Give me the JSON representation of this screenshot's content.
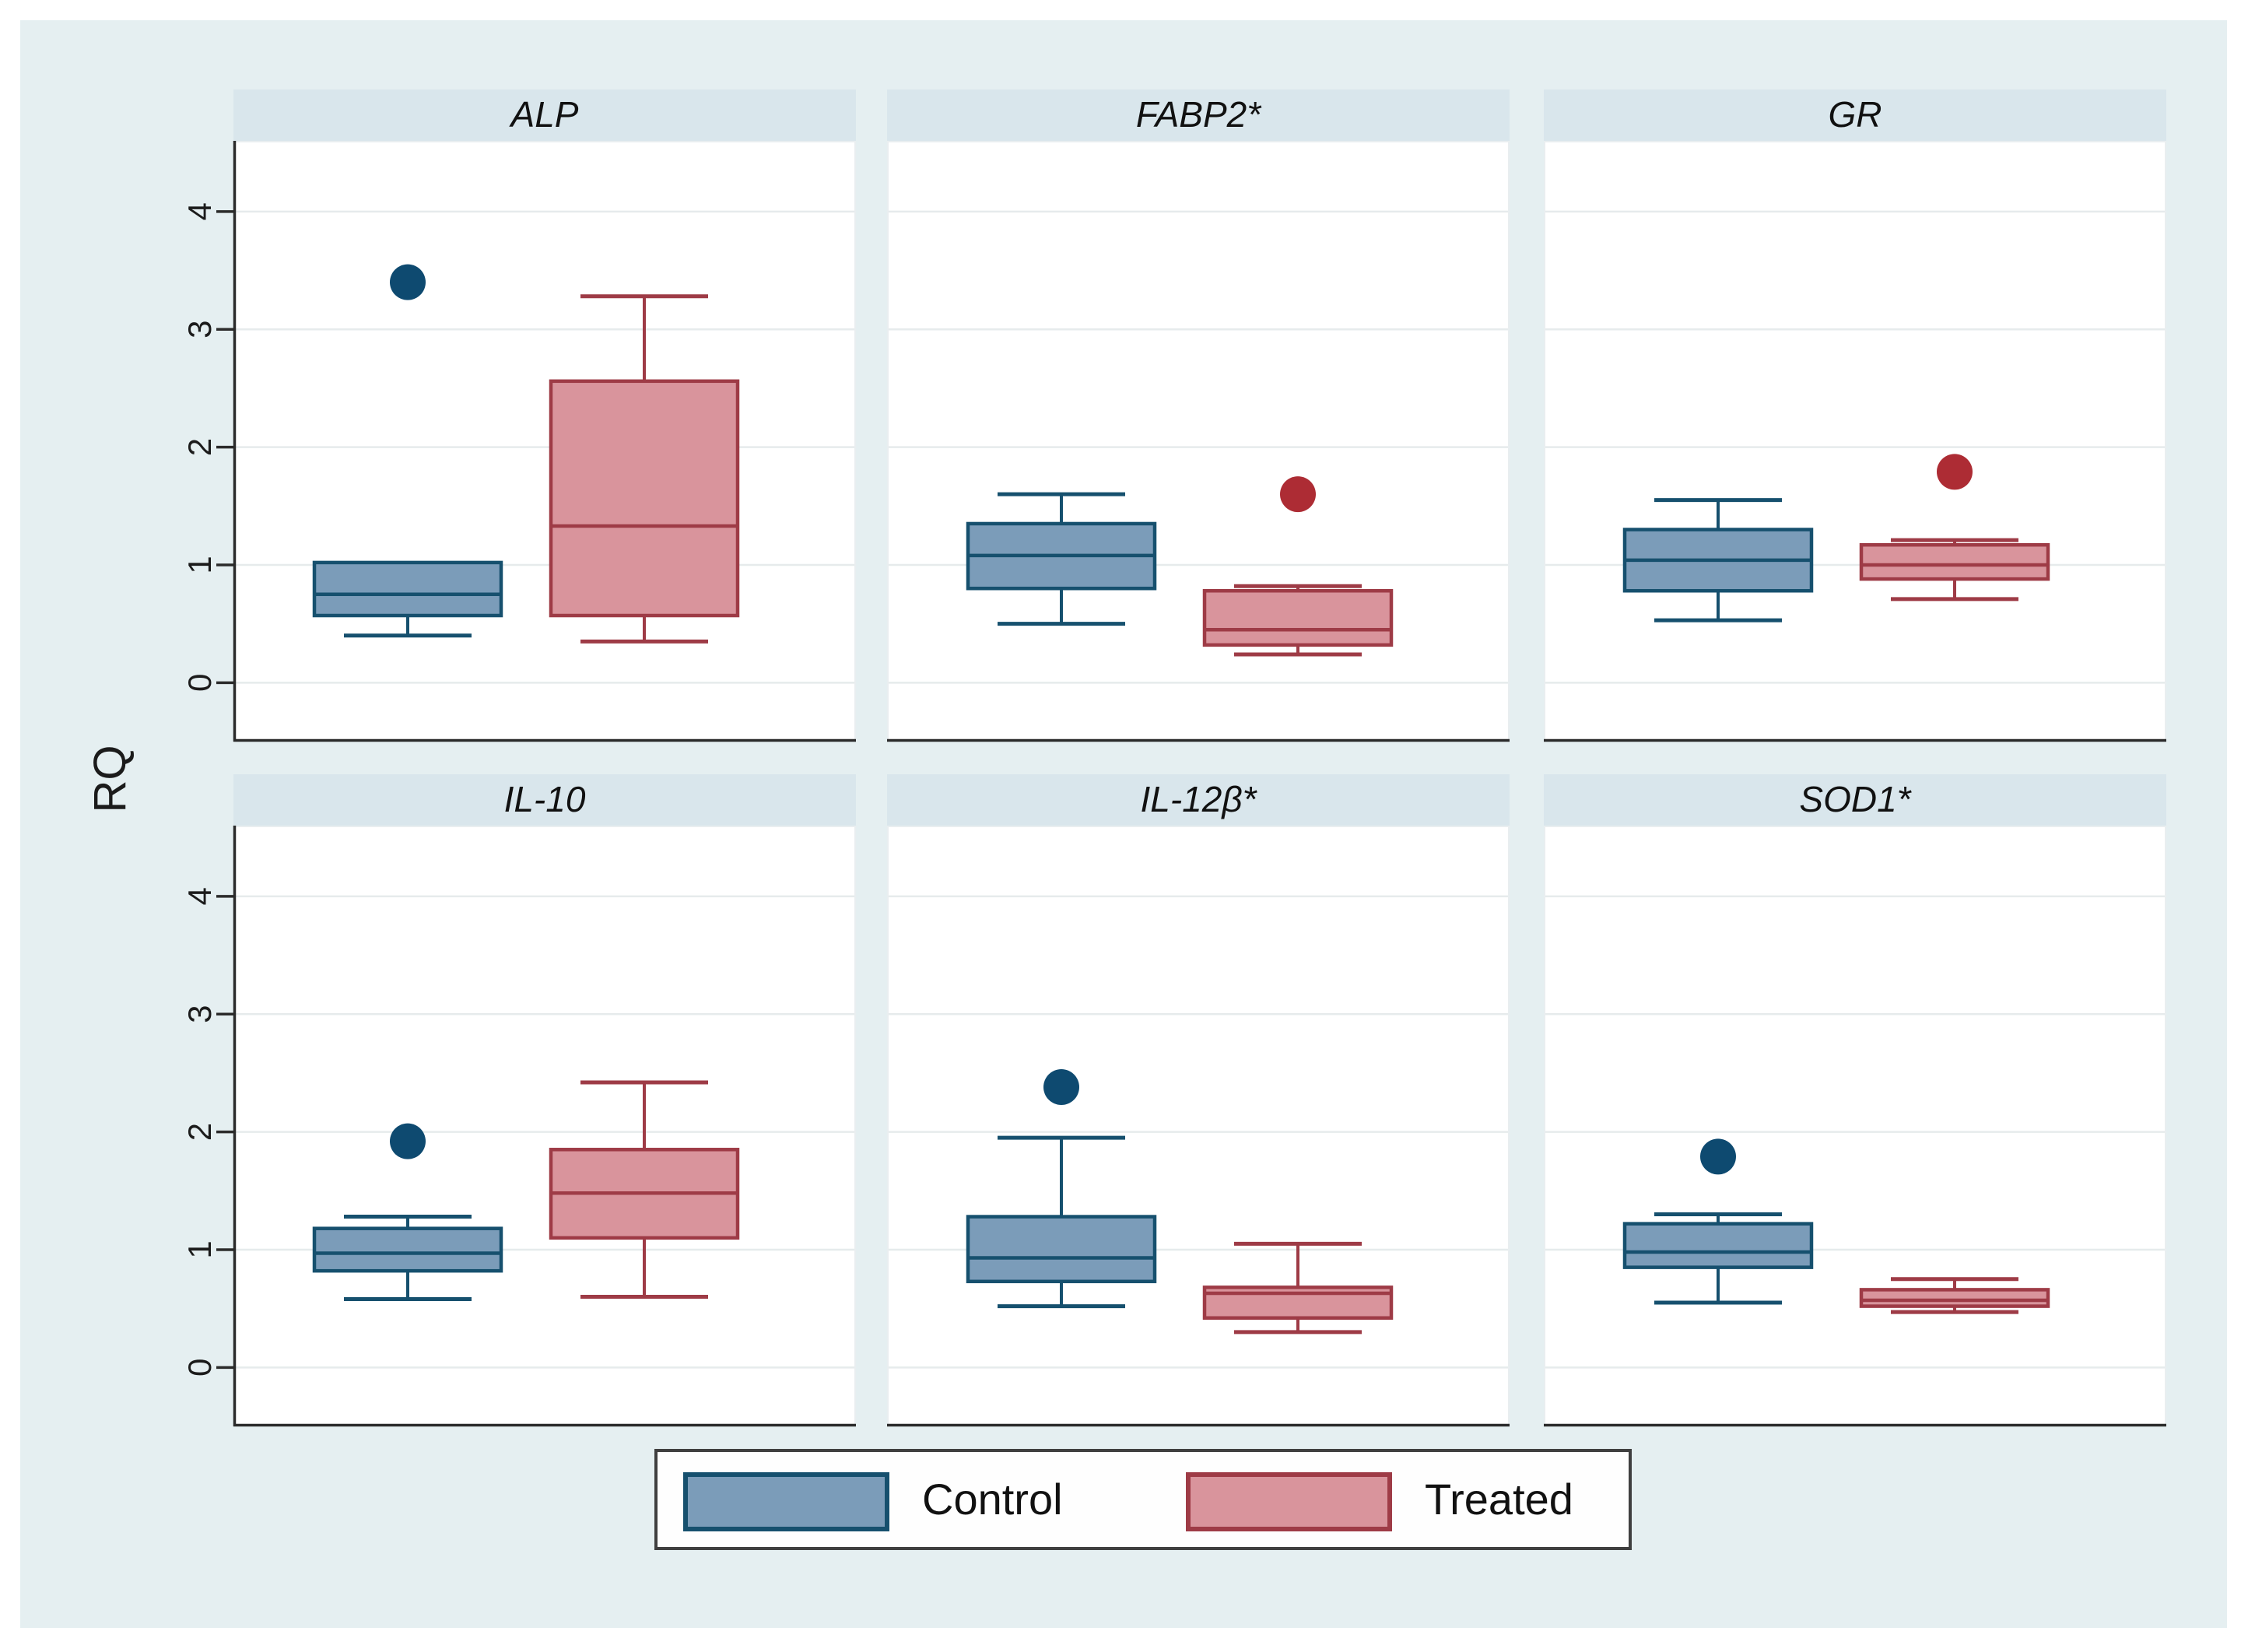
{
  "figure": {
    "ylabel": "RQ",
    "background": "#e5eff1",
    "panel_header_bg": "#d9e6ec",
    "plot_bg": "#ffffff",
    "grid_color": "#e6ebec",
    "axis_color": "#2b2b2b",
    "tick_text_color": "#1b1b1b"
  },
  "legend": {
    "entries": [
      {
        "label": "Control",
        "fill": "#7b9cb9",
        "stroke": "#16506e"
      },
      {
        "label": "Treated",
        "fill": "#d9949c",
        "stroke": "#9e3b46"
      }
    ]
  },
  "chart_data": {
    "type": "boxplot-grid",
    "ylabel": "RQ",
    "ylim": [
      -0.5,
      4.6
    ],
    "yticks": [
      0,
      1,
      2,
      3,
      4
    ],
    "grid": true,
    "legend_position": "bottom",
    "groups": [
      "Control",
      "Treated"
    ],
    "series": [
      {
        "name": "Control",
        "fill": "#7b9cb9",
        "stroke": "#16506e",
        "outlier_color": "#0e4a70"
      },
      {
        "name": "Treated",
        "fill": "#d9949c",
        "stroke": "#9e3b46",
        "outlier_color": "#ad2c34"
      }
    ],
    "panels": [
      {
        "title": "ALP",
        "boxes": [
          {
            "group": "Control",
            "whislo": 0.4,
            "q1": 0.57,
            "med": 0.75,
            "q3": 1.02,
            "whishi": 1.02,
            "outliers": [
              3.4
            ]
          },
          {
            "group": "Treated",
            "whislo": 0.35,
            "q1": 0.57,
            "med": 1.33,
            "q3": 2.56,
            "whishi": 3.28,
            "outliers": []
          }
        ]
      },
      {
        "title": "FABP2*",
        "boxes": [
          {
            "group": "Control",
            "whislo": 0.5,
            "q1": 0.8,
            "med": 1.08,
            "q3": 1.35,
            "whishi": 1.6,
            "outliers": []
          },
          {
            "group": "Treated",
            "whislo": 0.24,
            "q1": 0.32,
            "med": 0.45,
            "q3": 0.78,
            "whishi": 0.82,
            "outliers": [
              1.6
            ]
          }
        ]
      },
      {
        "title": "GR",
        "boxes": [
          {
            "group": "Control",
            "whislo": 0.53,
            "q1": 0.78,
            "med": 1.04,
            "q3": 1.3,
            "whishi": 1.55,
            "outliers": []
          },
          {
            "group": "Treated",
            "whislo": 0.71,
            "q1": 0.88,
            "med": 1.0,
            "q3": 1.17,
            "whishi": 1.21,
            "outliers": [
              1.79
            ]
          }
        ]
      },
      {
        "title": "IL-10",
        "boxes": [
          {
            "group": "Control",
            "whislo": 0.58,
            "q1": 0.82,
            "med": 0.97,
            "q3": 1.18,
            "whishi": 1.28,
            "outliers": [
              1.92
            ]
          },
          {
            "group": "Treated",
            "whislo": 0.6,
            "q1": 1.1,
            "med": 1.48,
            "q3": 1.85,
            "whishi": 2.42,
            "outliers": []
          }
        ]
      },
      {
        "title": "IL-12β*",
        "boxes": [
          {
            "group": "Control",
            "whislo": 0.52,
            "q1": 0.73,
            "med": 0.93,
            "q3": 1.28,
            "whishi": 1.95,
            "outliers": [
              2.38
            ]
          },
          {
            "group": "Treated",
            "whislo": 0.3,
            "q1": 0.42,
            "med": 0.63,
            "q3": 0.68,
            "whishi": 1.05,
            "outliers": []
          }
        ]
      },
      {
        "title": "SOD1*",
        "boxes": [
          {
            "group": "Control",
            "whislo": 0.55,
            "q1": 0.85,
            "med": 0.98,
            "q3": 1.22,
            "whishi": 1.3,
            "outliers": [
              1.79
            ]
          },
          {
            "group": "Treated",
            "whislo": 0.47,
            "q1": 0.52,
            "med": 0.57,
            "q3": 0.66,
            "whishi": 0.75,
            "outliers": []
          }
        ]
      }
    ]
  }
}
